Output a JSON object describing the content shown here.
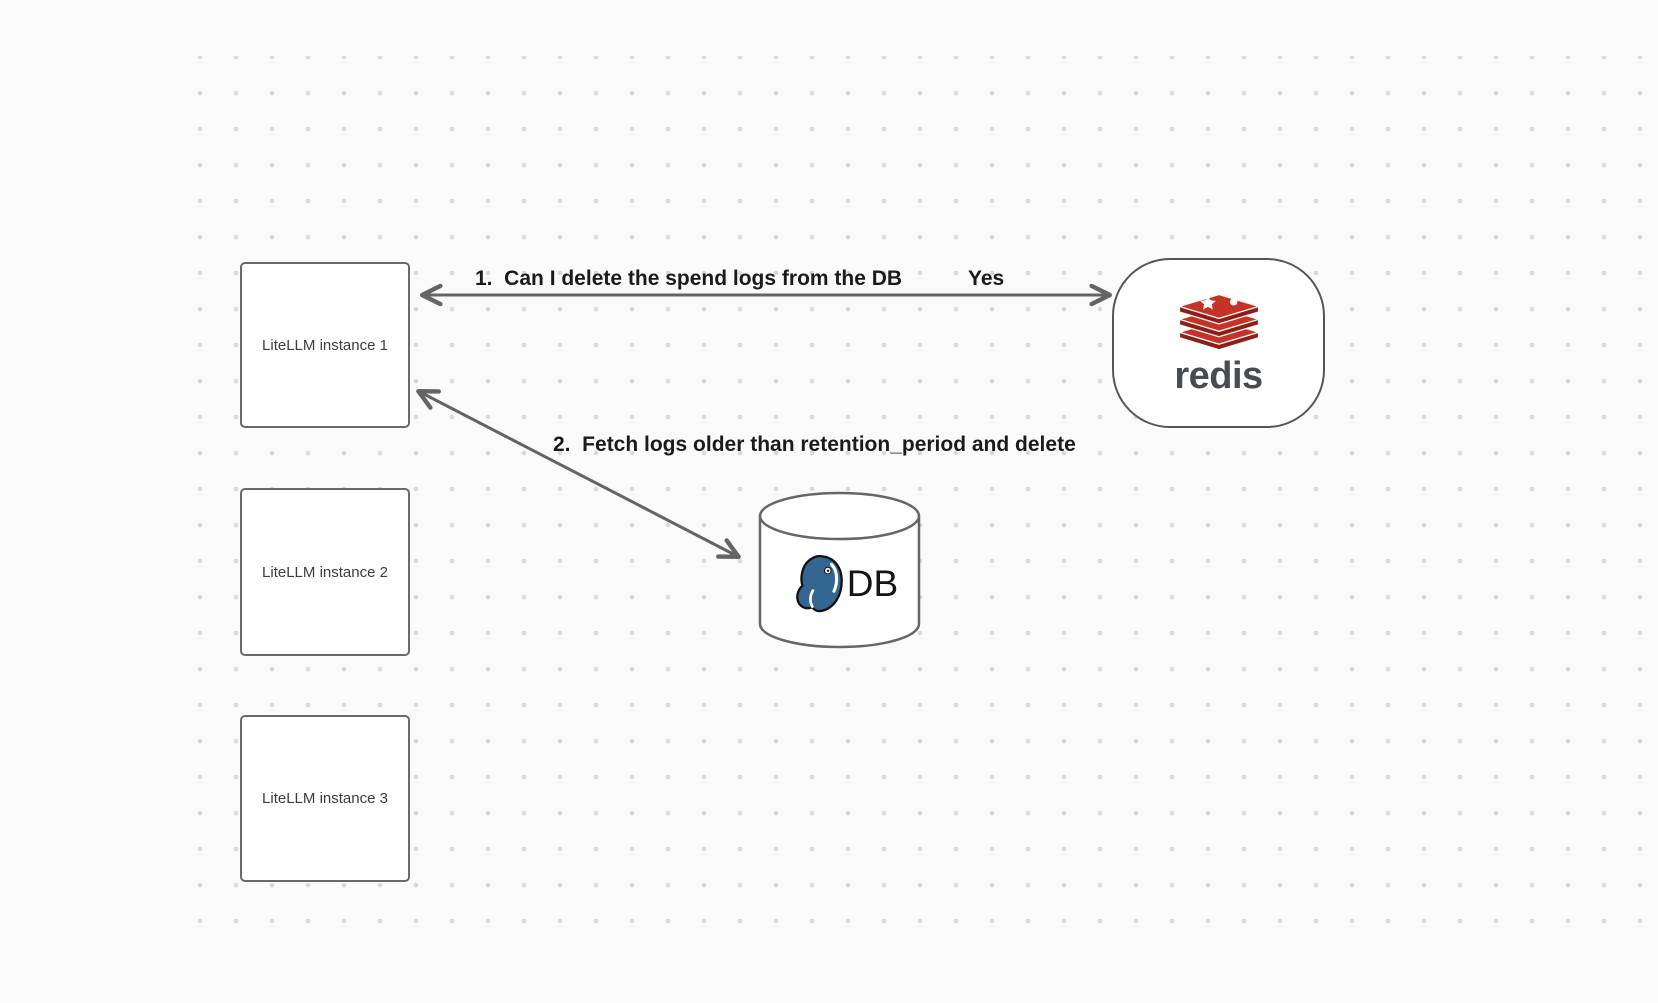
{
  "diagram": {
    "nodes": {
      "instance1": {
        "label": "LiteLLM instance 1"
      },
      "instance2": {
        "label": "LiteLLM instance 2"
      },
      "instance3": {
        "label": "LiteLLM instance 3"
      },
      "redis": {
        "wordmark": "redis"
      },
      "db": {
        "label": "DB"
      }
    },
    "edges": {
      "edge1": {
        "label": "1.  Can I delete the spend logs from the DB",
        "answer": "Yes",
        "from": "LiteLLM instance 1",
        "to": "redis",
        "style": "double-headed-arrow"
      },
      "edge2": {
        "label": "2.  Fetch logs older than retention_period and delete",
        "from": "LiteLLM instance 1",
        "to": "DB",
        "style": "double-headed-arrow"
      }
    },
    "colors": {
      "background": "#fafafa",
      "dot_grid": "#d9d9d9",
      "node_border": "#6a6a6a",
      "arrow_stroke": "#646464",
      "edge_label_text": "#1b1b1b",
      "node_label_text": "#3d3d3d",
      "redis_red": "#c73228",
      "redis_red_dark": "#8f1f15",
      "redis_wordmark_text": "#464c52",
      "postgres_blue": "#336791"
    }
  }
}
